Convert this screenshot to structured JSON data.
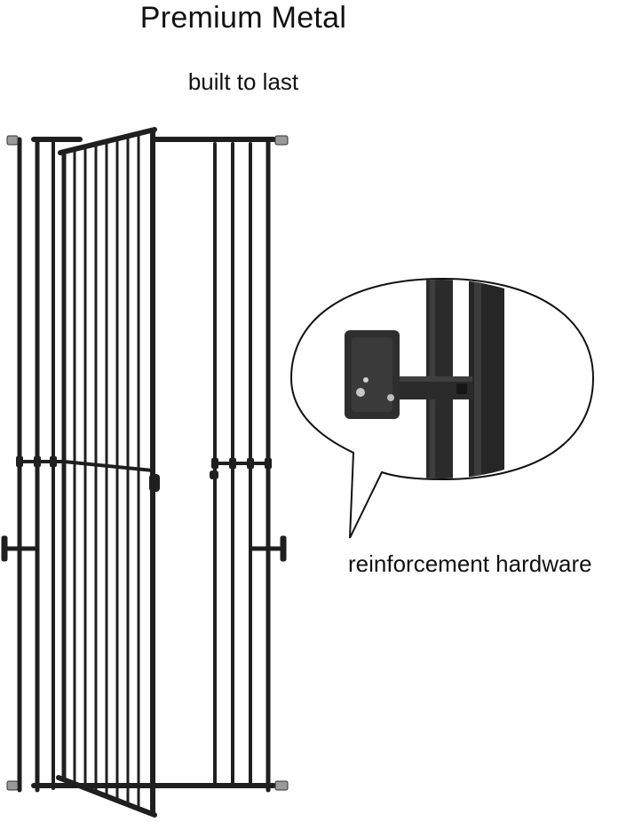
{
  "header": {
    "title": "Premium Metal",
    "subtitle": "built to last"
  },
  "callout": {
    "label": "reinforcement hardware"
  },
  "colors": {
    "metal": "#1f1f1f",
    "metal_light": "#3a3a3a",
    "background": "#ffffff",
    "bubble_outline": "#111111",
    "hardware_silver": "#c8c8c8"
  }
}
